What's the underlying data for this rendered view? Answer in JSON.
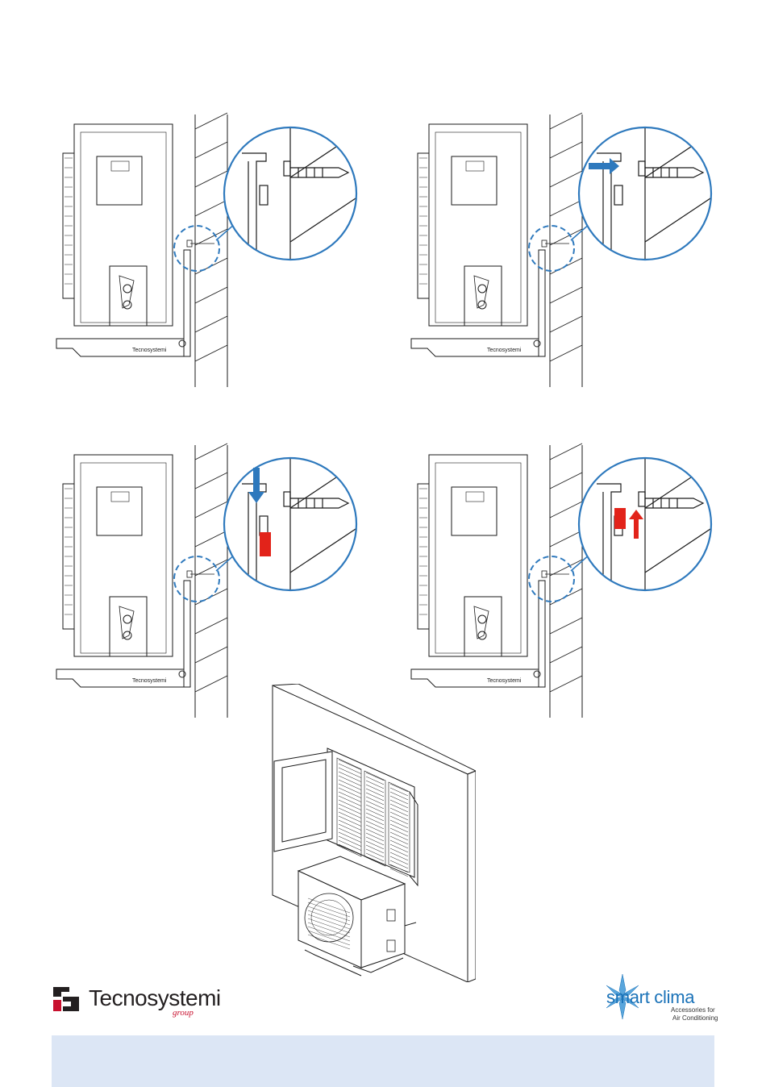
{
  "brand": {
    "tecno_name": "Tecnosystemi",
    "tecno_group": "group",
    "unit_brand": "Tecnosystemi",
    "smart_name": "smart clima",
    "smart_sub1": "Accessories for",
    "smart_sub2": "Air Conditioning"
  },
  "colors": {
    "blue": "#2e79bd",
    "red": "#e2231a",
    "footer": "#dce6f5",
    "line": "#1a1a1a"
  },
  "steps": [
    {
      "id": 1,
      "arrow": "none"
    },
    {
      "id": 2,
      "arrow": "right-blue"
    },
    {
      "id": 3,
      "arrow": "down-blue"
    },
    {
      "id": 4,
      "arrow": "up-red"
    }
  ]
}
